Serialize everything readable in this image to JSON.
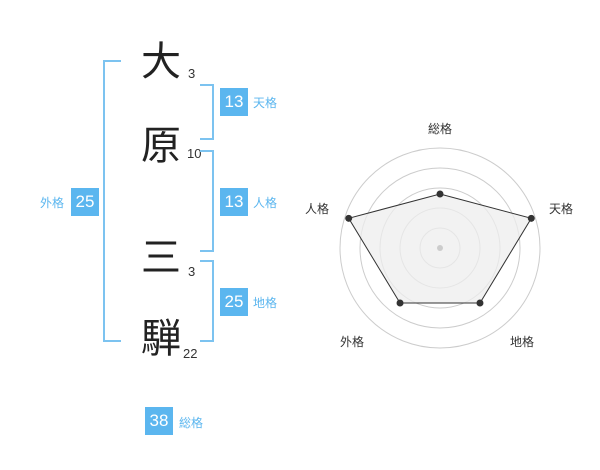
{
  "name": {
    "chars": [
      {
        "char": "大",
        "strokes": "3"
      },
      {
        "char": "原",
        "strokes": "10"
      },
      {
        "char": "三",
        "strokes": "3"
      },
      {
        "char": "騨",
        "strokes": "22"
      }
    ]
  },
  "fortune": {
    "tenkaku": {
      "value": "13",
      "label": "天格"
    },
    "jinkaku": {
      "value": "13",
      "label": "人格"
    },
    "chikaku": {
      "value": "25",
      "label": "地格"
    },
    "gaikaku": {
      "value": "25",
      "label": "外格"
    },
    "soukaku": {
      "value": "38",
      "label": "総格"
    }
  },
  "radar": {
    "axes": [
      "総格",
      "天格",
      "地格",
      "外格",
      "人格"
    ],
    "levels": [
      0.54,
      0.96,
      0.68,
      0.68,
      0.96
    ],
    "fill_color": "#eeeeee",
    "line_color": "#333333",
    "ring_color": "#cccccc"
  },
  "colors": {
    "accent": "#5bb6ef",
    "bracket": "#7cc3f0"
  }
}
